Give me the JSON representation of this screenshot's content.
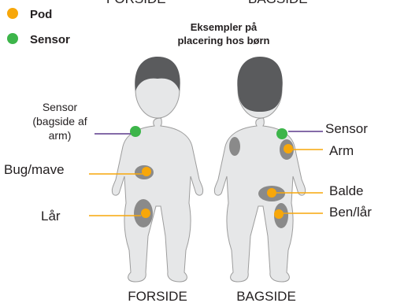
{
  "legend": {
    "items": [
      {
        "label": "Pod",
        "color": "#f7a70a"
      },
      {
        "label": "Sensor",
        "color": "#3db54a"
      }
    ]
  },
  "top_cut_labels": {
    "front": "FORSIDE",
    "back": "BAGSIDE"
  },
  "caption": {
    "line1": "Eksempler på",
    "line2": "placering hos børn"
  },
  "front": {
    "sensor_label": {
      "line1": "Sensor",
      "line2": "(bagside af",
      "line3": "arm)"
    },
    "belly_label": "Bug/mave",
    "thigh_label": "Lår",
    "view_label": "FORSIDE"
  },
  "back": {
    "sensor_label": "Sensor",
    "arm_label": "Arm",
    "buttock_label": "Balde",
    "leg_label": "Ben/lår",
    "view_label": "BAGSIDE"
  },
  "colors": {
    "pod": "#f7a70a",
    "sensor": "#3db54a",
    "body": "#e6e7e8",
    "body_outline": "#9c9c9c",
    "hair": "#5a5b5d",
    "area": "#8a8a8a",
    "sensor_line": "#5b3a8c"
  }
}
